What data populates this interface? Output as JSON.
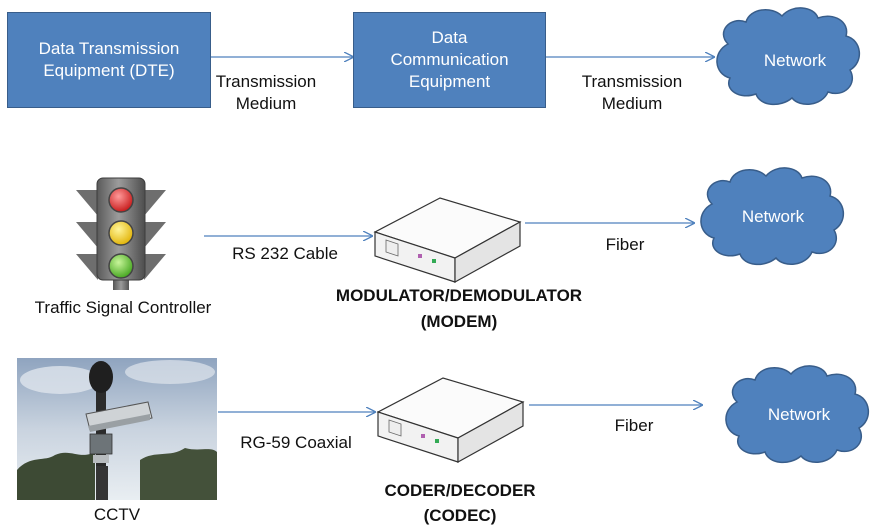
{
  "row1": {
    "dte_label": "Data Transmission Equipment (DTE)",
    "medium1_label": "Transmission Medium",
    "dce_label": "Data Communication Equipment",
    "medium2_label": "Transmission Medium",
    "network_label": "Network"
  },
  "row2": {
    "device_label": "Traffic Signal Controller",
    "cable_label": "RS 232 Cable",
    "modem_label_line1": "MODULATOR/DEMODULATOR",
    "modem_label_line2": "(MODEM)",
    "link_label": "Fiber",
    "network_label": "Network"
  },
  "row3": {
    "device_label": "CCTV",
    "cable_label": "RG-59 Coaxial",
    "codec_label_line1": "CODER/DECODER",
    "codec_label_line2": "(CODEC)",
    "link_label": "Fiber",
    "network_label": "Network"
  },
  "colors": {
    "box_fill": "#4f81bd",
    "box_border": "#385d8a",
    "arrow": "#4f81bd",
    "cloud_fill": "#4f81bd",
    "cloud_border": "#385d8a"
  }
}
